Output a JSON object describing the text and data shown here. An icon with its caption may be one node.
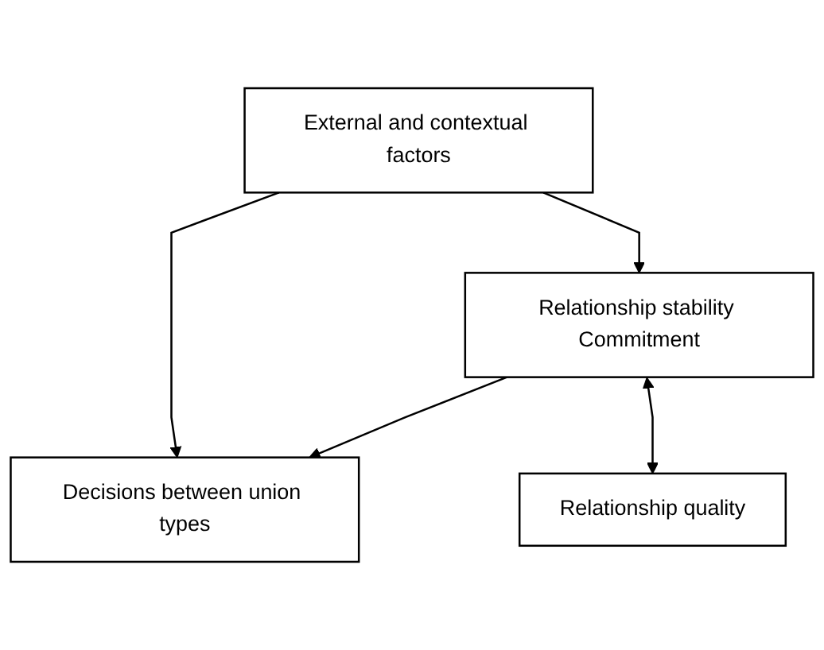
{
  "diagram": {
    "nodes": [
      {
        "text": [
          "External and contextual factors"
        ]
      },
      {
        "text": [
          "Relationship stability Commitment"
        ]
      },
      {
        "text": [
          "Decisions between union types"
        ]
      },
      {
        "text": [
          "Relationship quality"
        ]
      }
    ],
    "edges": [
      {
        "from": 0,
        "to": 1,
        "arrow": "to"
      },
      {
        "from": 0,
        "to": 2,
        "arrow": "to"
      },
      {
        "from": 1,
        "to": 2,
        "arrow": "to"
      },
      {
        "from": 1,
        "to": 3,
        "arrow": "both"
      }
    ]
  }
}
